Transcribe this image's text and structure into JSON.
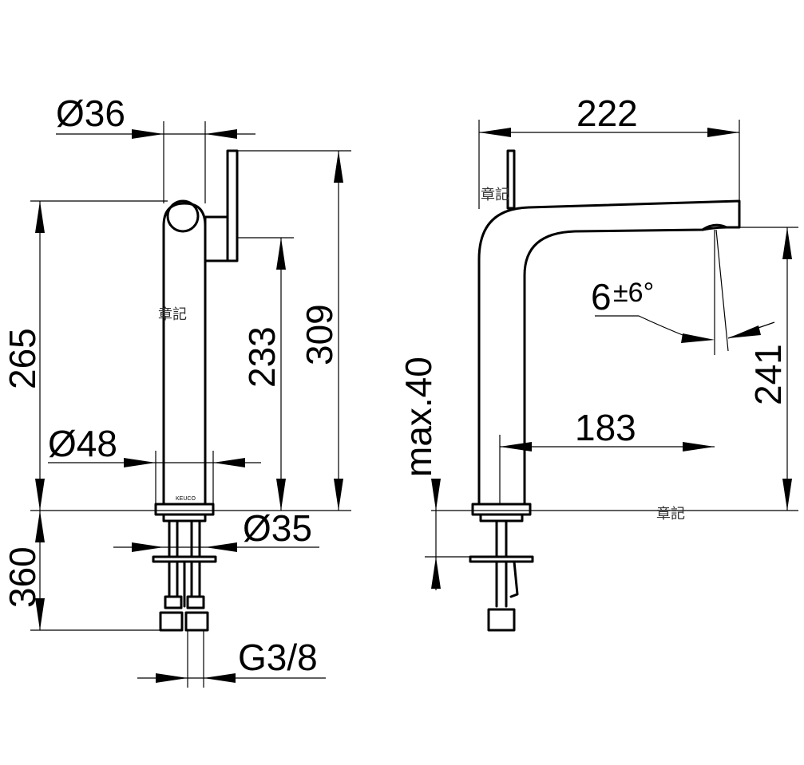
{
  "front_view": {
    "dia_top": "Ø36",
    "height_overall": "265",
    "height_spout": "233",
    "height_lever": "309",
    "dia_base": "Ø48",
    "dia_shank": "Ø35",
    "below_counter": "360",
    "thread": "G3/8",
    "brand": "KEUCO"
  },
  "side_view": {
    "projection": "222",
    "spout_height": "241",
    "reach": "183",
    "counter_thickness": "max.40",
    "angle_main": "6",
    "angle_tolerance": "±6°"
  },
  "watermarks": [
    "章記",
    "章記",
    "章記"
  ]
}
